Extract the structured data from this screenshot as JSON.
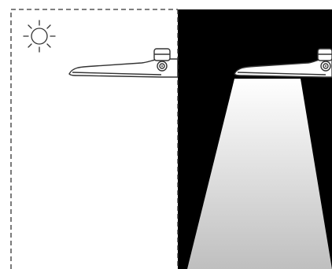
{
  "diagram": {
    "day_panel": {
      "state": "day",
      "background": "#ffffff",
      "icon": "sun-icon",
      "luminaire": "street-light-fixture-off"
    },
    "night_panel": {
      "state": "night",
      "background": "#000000",
      "luminaire": "street-light-fixture-on",
      "light_beam_colors": [
        "#ffffff",
        "#bfbfbf"
      ]
    },
    "divider": "dashed-divider",
    "stroke_color": "#333333"
  }
}
